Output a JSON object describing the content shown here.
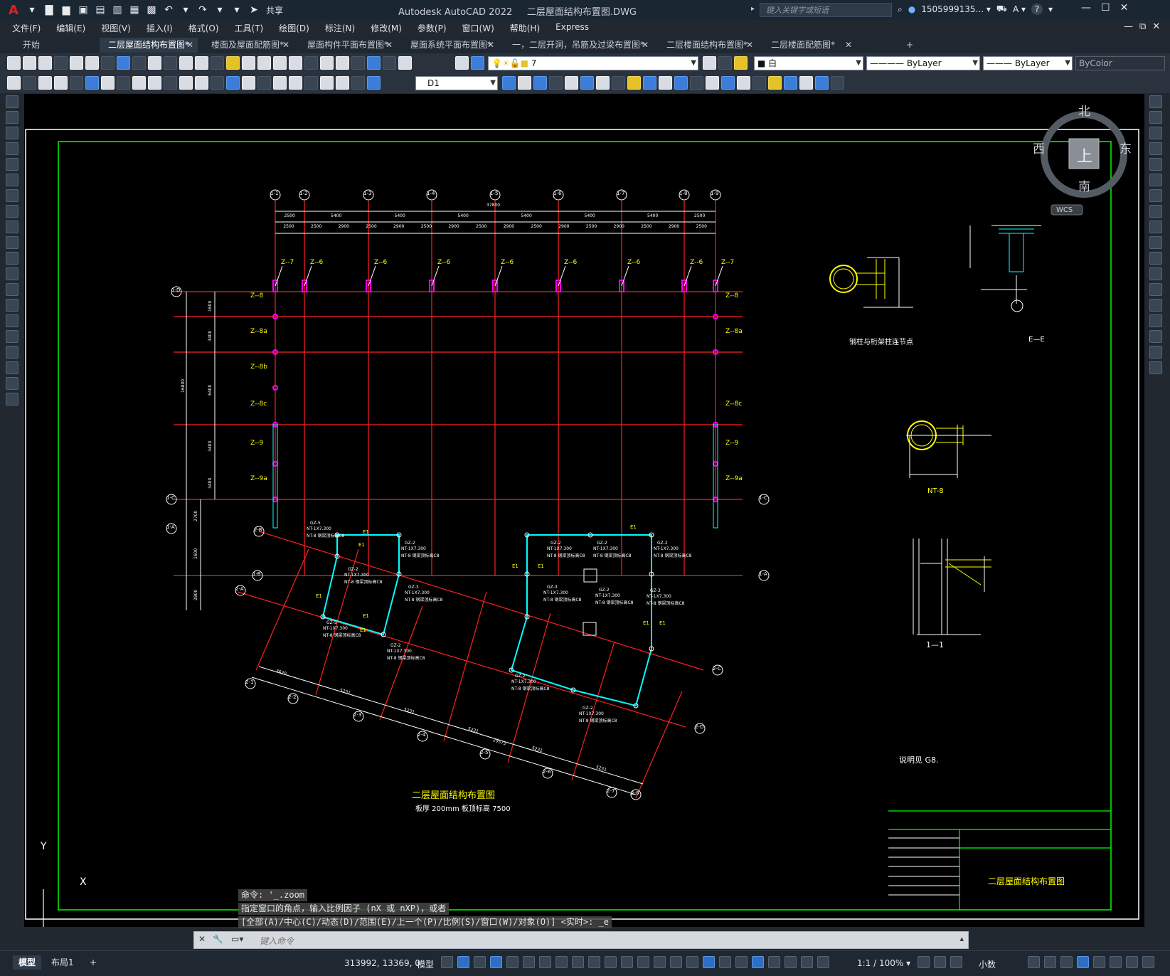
{
  "app": {
    "title": "Autodesk AutoCAD 2022",
    "document": "二层屋面结构布置图.DWG",
    "share_label": "共享",
    "search_placeholder": "键入关键字或短语",
    "user": "1505999135... ▾",
    "help": "?"
  },
  "menu": [
    "文件(F)",
    "编辑(E)",
    "视图(V)",
    "插入(I)",
    "格式(O)",
    "工具(T)",
    "绘图(D)",
    "标注(N)",
    "修改(M)",
    "参数(P)",
    "窗口(W)",
    "帮助(H)",
    "Express"
  ],
  "tabs": [
    {
      "label": "开始",
      "active": false
    },
    {
      "label": "二层屋面结构布置图*",
      "active": true
    },
    {
      "label": "楼面及屋面配筋图*",
      "active": false
    },
    {
      "label": "屋面构件平面布置图*",
      "active": false
    },
    {
      "label": "屋面系统平面布置图*",
      "active": false
    },
    {
      "label": "一，二层开洞，吊筋及过梁布置图*",
      "active": false
    },
    {
      "label": "二层楼面结构布置图*",
      "active": false
    },
    {
      "label": "二层楼面配筋图*",
      "active": false
    }
  ],
  "toolbar": {
    "layer_value": "7",
    "color_value": "白",
    "linetype_value": "ByLayer",
    "lineweight_value": "ByLayer",
    "plotstyle_value": "ByColor",
    "dimstyle_value": "D1"
  },
  "viewcube": {
    "north": "北",
    "south": "南",
    "east": "东",
    "west": "西",
    "top": "上",
    "wcs": "WCS"
  },
  "drawing": {
    "title_main": "二层屋面结构布置图",
    "title_sub": "板厚 200mm  板顶标高 7500",
    "title_block": "二层屋面结构布置图",
    "note": "说明见 G8.",
    "detail_label_1": "钢柱与桁架柱连节点",
    "detail_label_ee": "E—E",
    "detail_label_nt8": "NT-8",
    "detail_label_11": "1—1",
    "top_axes": [
      "1-1",
      "1-2",
      "1-3",
      "1-4",
      "1-5",
      "1-6",
      "1-7",
      "1-8",
      "1-9"
    ],
    "left_axes": [
      "1-D",
      "1-C",
      "1-B",
      "1-A"
    ],
    "right_axes": [
      "1-C",
      "1-A"
    ],
    "skew_axes": [
      "2-1",
      "2-2",
      "2-3",
      "2-4",
      "2-5",
      "2-6",
      "2-7",
      "2-8"
    ],
    "side_axes": [
      "2-A",
      "2-B",
      "2-C",
      "2-D"
    ],
    "column_tags_top": [
      "Z--7",
      "Z--6",
      "Z--6",
      "Z--6",
      "Z--6",
      "Z--6",
      "Z--6",
      "Z--6",
      "Z--7"
    ],
    "column_tags_left": [
      "Z--8",
      "Z--8a",
      "Z--8b",
      "Z--8c",
      "Z--9",
      "Z--9a"
    ],
    "column_tags_right": [
      "Z--8",
      "Z--8a",
      "Z--8c",
      "Z--9",
      "Z--9a"
    ],
    "dims_top_row1": [
      "2500",
      "5400",
      "5400",
      "5400",
      "5400",
      "5400",
      "5400",
      "2500"
    ],
    "dims_top_row2": [
      "2500",
      "2500",
      "2900",
      "2500",
      "2900",
      "2500",
      "2900",
      "2500",
      "2900",
      "2500",
      "2900",
      "2500",
      "2900",
      "2500",
      "2900",
      "2500"
    ],
    "dim_overall_top": "37800",
    "dim_overall_left": "16800",
    "dims_left": [
      "1600",
      "3400",
      "6400",
      "3400",
      "3400",
      "2700",
      "1600",
      "2800"
    ],
    "dims_skew": [
      "3620",
      "5231",
      "5231",
      "5231",
      "5231",
      "5231"
    ],
    "dim_skew_overall": "29575",
    "beam_tags": [
      "GZ-5",
      "GZ-2",
      "GZ-2",
      "GZ-3",
      "GZ-5",
      "GZ-2",
      "GZ-2",
      "GZ-2",
      "GZ-2",
      "GZ-3",
      "GZ-2",
      "GZ-3",
      "GZ-2",
      "GZ-2"
    ],
    "beam_note": "NT-1X7.300",
    "beam_note2": "NT-8 钢梁顶标高C8",
    "small_labels": [
      "E1",
      "E1",
      "E1",
      "E1",
      "E1",
      "E1",
      "E1",
      "E1",
      "E1",
      "E1"
    ]
  },
  "command": {
    "history": [
      "命令: '_.zoom",
      "指定窗口的角点，输入比例因子 (nX 或 nXP)，或者",
      "[全部(A)/中心(C)/动态(D)/范围(E)/上一个(P)/比例(S)/窗口(W)/对象(O)] <实时>: _e"
    ],
    "placeholder": "键入命令"
  },
  "status": {
    "layouts": [
      {
        "label": "模型",
        "active": true
      },
      {
        "label": "布局1",
        "active": false
      },
      {
        "label": "+",
        "active": false
      }
    ],
    "coords": "313992, 13369, 0",
    "space": "模型",
    "scale": "1:1 / 100% ▾",
    "units": "小数"
  },
  "ucs": {
    "y": "Y",
    "x": "X"
  },
  "colors": {
    "grid_red": "#ff2020",
    "dim_white": "#ffffff",
    "tag_yellow": "#ffff00",
    "column_magenta": "#ff00ff",
    "border_green": "#00ff00",
    "steel_cyan": "#00ffff"
  }
}
